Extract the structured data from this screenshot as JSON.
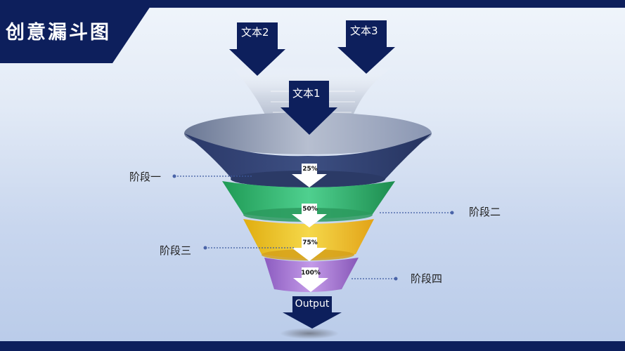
{
  "title": "创意漏斗图",
  "inputs": [
    {
      "id": "text2",
      "label": "文本2"
    },
    {
      "id": "text3",
      "label": "文本3"
    },
    {
      "id": "text1",
      "label": "文本1"
    }
  ],
  "funnel": {
    "stages": [
      {
        "name": "阶段一",
        "percent": "25%",
        "color": "#2d3f73"
      },
      {
        "name": "阶段二",
        "percent": "50%",
        "color": "#2eae6a"
      },
      {
        "name": "阶段三",
        "percent": "75%",
        "color": "#e8b820"
      },
      {
        "name": "阶段四",
        "percent": "100%",
        "color": "#9a6cc8"
      }
    ],
    "output_label": "Output"
  },
  "colors": {
    "brand_navy": "#0d1f5c",
    "background_light": "#f0f5fb",
    "background_dark": "#b9cbe9"
  }
}
